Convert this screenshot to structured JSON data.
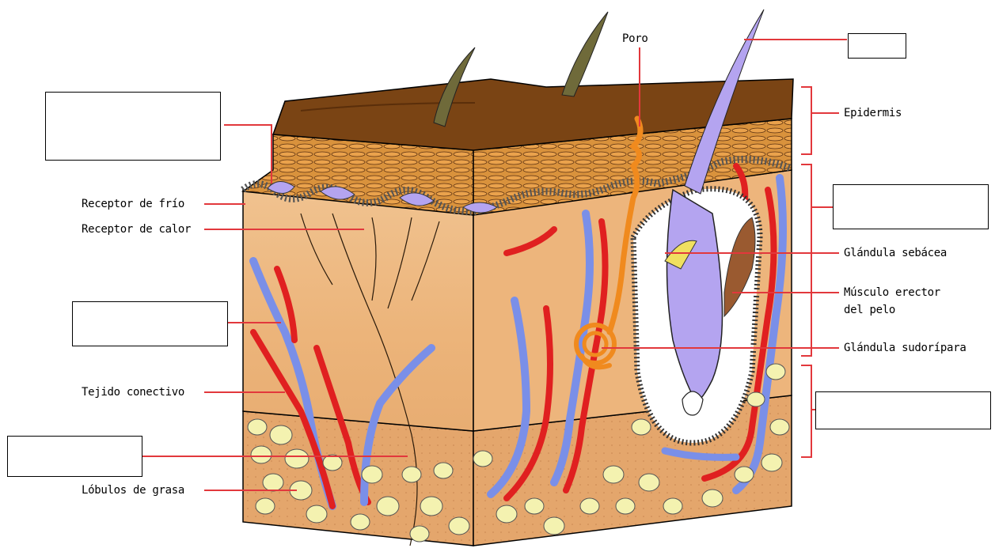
{
  "labels": {
    "poro": "Poro",
    "epidermis": "Epidermis",
    "receptor_frio": "Receptor de frío",
    "receptor_calor": "Receptor de calor",
    "glandula_sebacea": "Glándula sebácea",
    "musculo_erector": "Músculo erector",
    "musculo_erector_line2": "del pelo",
    "glandula_sudoripara": "Glándula sudorípara",
    "tejido_conectivo": "Tejido conectivo",
    "lobulos_grasa": "Lóbulos de grasa"
  },
  "blank_boxes": {
    "top_left": "",
    "top_right": "",
    "dermis_right": "",
    "mid_left": "",
    "hypodermis_right": "",
    "bottom_left": ""
  },
  "caption": "",
  "colors": {
    "leader": "#e2383c",
    "skin_surface": "#7a4414",
    "stratum": "#e59a40",
    "dermis": "#efb882",
    "vein": "#7a8fe8",
    "artery": "#e02020",
    "receptor": "#b4a4f0",
    "fat": "#f4f2b0",
    "gland": "#f08a1e",
    "hair": "#6f6a3a"
  }
}
